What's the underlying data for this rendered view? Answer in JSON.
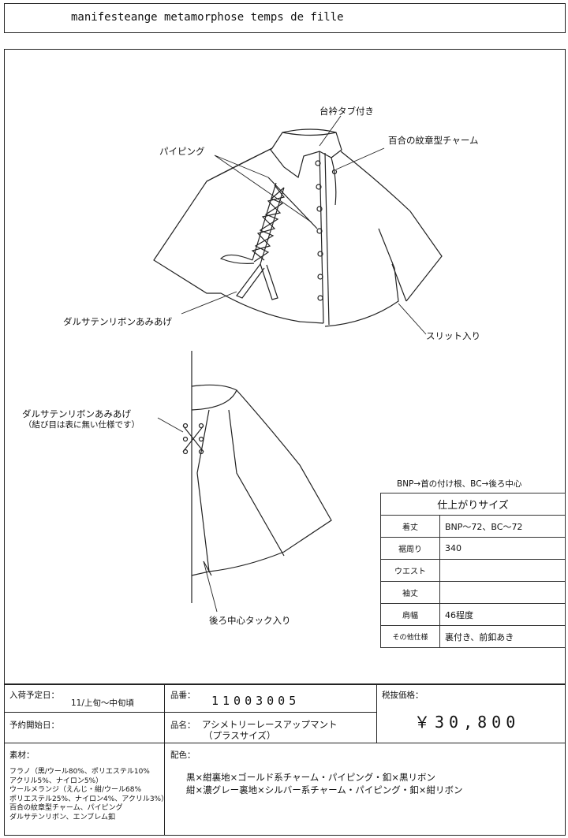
{
  "header": {
    "title": "manifesteange metamorphose temps de fille"
  },
  "annotations": {
    "collar_tab": "台衿タブ付き",
    "lily_charm": "百合の紋章型チャーム",
    "piping": "パイピング",
    "ribbon_lacing_front": "ダルサテンリボンあみあげ",
    "slit": "スリット入り",
    "ribbon_lacing_back_1": "ダルサテンリボンあみあげ",
    "ribbon_lacing_back_2": "（結び目は表に無い仕様です）",
    "back_tuck": "後ろ中心タック入り"
  },
  "size_note": "BNP→首の付け根、BC→後ろ中心",
  "size_table": {
    "title": "仕上がりサイズ",
    "rows": [
      {
        "key": "着丈",
        "value": "BNP～72、BC～72"
      },
      {
        "key": "裾周り",
        "value": "340"
      },
      {
        "key": "ウエスト",
        "value": ""
      },
      {
        "key": "袖丈",
        "value": ""
      },
      {
        "key": "肩幅",
        "value": "46程度"
      },
      {
        "key": "その他仕様",
        "value": "裏付き、前釦あき"
      }
    ]
  },
  "footer": {
    "arrival_label": "入荷予定日：",
    "arrival_value": "11/上旬～中旬頃",
    "reserve_label": "予約開始日：",
    "item_no_label": "品番：",
    "item_no_value": "11003005",
    "item_name_label": "品名：",
    "item_name_line1": "アシメトリーレースアップマント",
    "item_name_line2": "（プラスサイズ）",
    "price_label": "税抜価格：",
    "price_value": "￥30,800",
    "material_label": "素材：",
    "material_lines": [
      "フラノ（黒/ウール80%、ポリエステル10%",
      "アクリル5%、ナイロン5%）",
      "ウールメランジ（えんじ・紺/ウール68%",
      "ポリエステル25%、ナイロン4%、アクリル3%）",
      "百合の紋章型チャーム、パイピング",
      "ダルサテンリボン、エンブレム釦"
    ],
    "color_label": "配色：",
    "color_lines": [
      "黒×紺裏地×ゴールド系チャーム・パイピング・釦×黒リボン",
      "紺×濃グレー裏地×シルバー系チャーム・パイピング・釦×紺リボン"
    ]
  }
}
